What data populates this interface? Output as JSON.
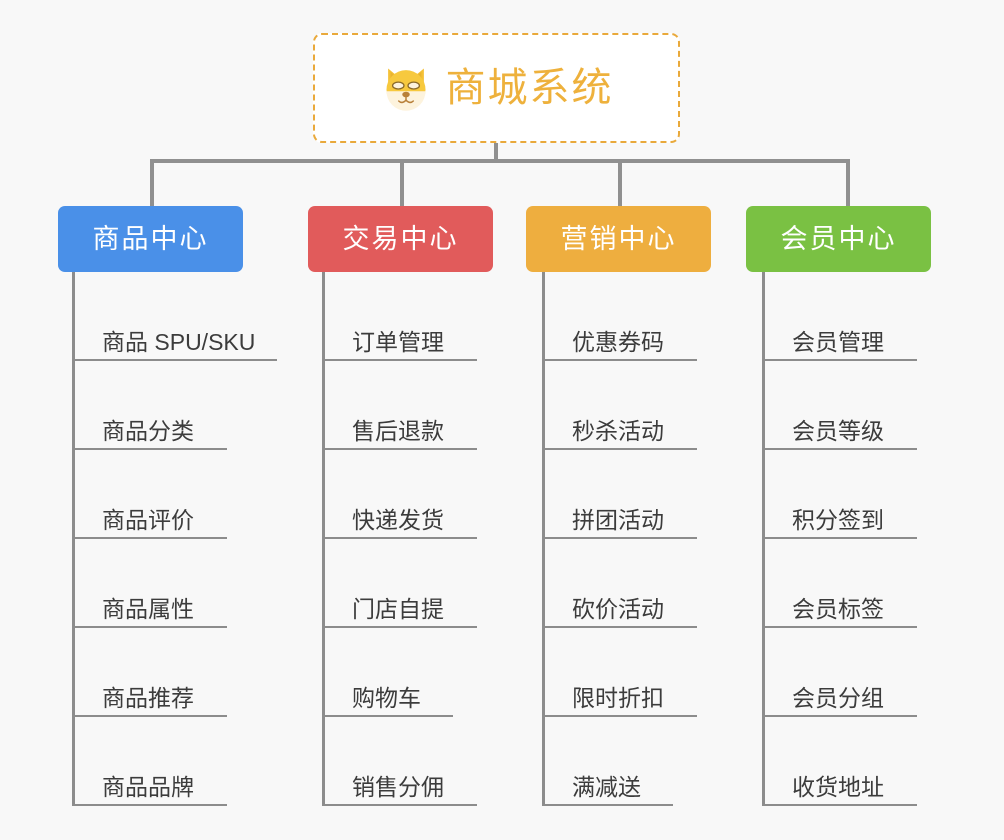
{
  "page": {
    "background_color": "#f8f8f8",
    "line_color": "#909090"
  },
  "root": {
    "title": "商城系统",
    "icon": "shiba-dog-face-emoji",
    "text_color": "#eeb13c",
    "border_color": "#e9a93b",
    "background_color": "#ffffff"
  },
  "columns": [
    {
      "label": "商品中心",
      "color": "#4a90e8",
      "items": [
        "商品 SPU/SKU",
        "商品分类",
        "商品评价",
        "商品属性",
        "商品推荐",
        "商品品牌"
      ]
    },
    {
      "label": "交易中心",
      "color": "#e15b5b",
      "items": [
        "订单管理",
        "售后退款",
        "快递发货",
        "门店自提",
        "购物车",
        "销售分佣"
      ]
    },
    {
      "label": "营销中心",
      "color": "#eeae3f",
      "items": [
        "优惠券码",
        "秒杀活动",
        "拼团活动",
        "砍价活动",
        "限时折扣",
        "满减送"
      ]
    },
    {
      "label": "会员中心",
      "color": "#7ac143",
      "items": [
        "会员管理",
        "会员等级",
        "积分签到",
        "会员标签",
        "会员分组",
        "收货地址"
      ]
    }
  ]
}
